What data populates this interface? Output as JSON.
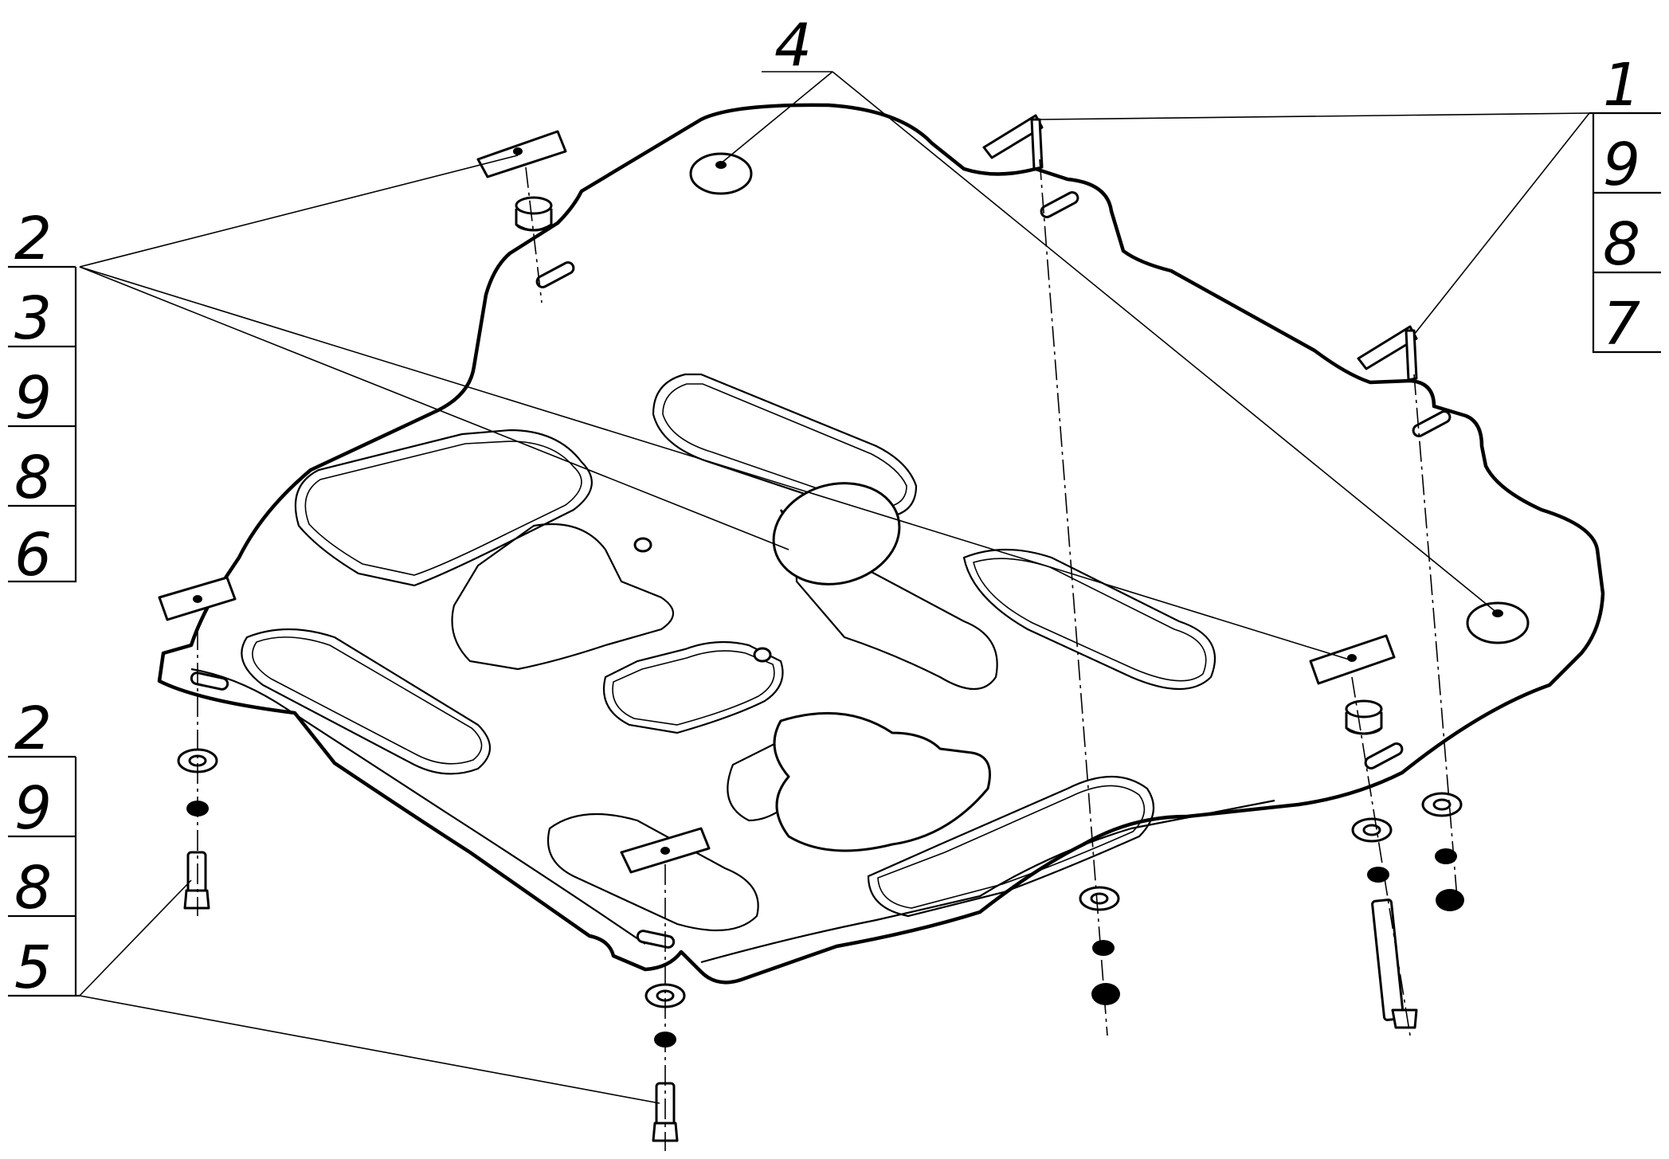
{
  "diagram": {
    "callouts": [
      {
        "id": "group-top-left",
        "items": [
          "2",
          "3",
          "9",
          "8",
          "6"
        ]
      },
      {
        "id": "group-top-right",
        "items": [
          "1",
          "9",
          "8",
          "7"
        ]
      },
      {
        "id": "group-bottom-left",
        "items": [
          "2",
          "9",
          "8",
          "5"
        ]
      },
      {
        "id": "single-top",
        "items": [
          "4"
        ]
      }
    ]
  }
}
